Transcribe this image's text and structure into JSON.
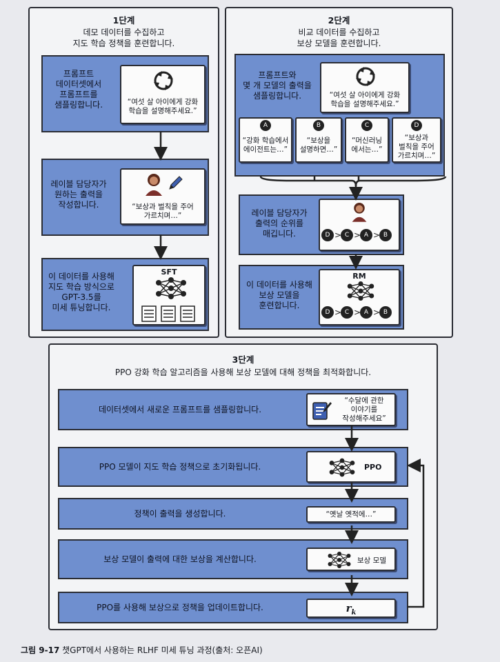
{
  "step1": {
    "title": "1단계",
    "subtitle_1": "데모 데이터를 수집하고",
    "subtitle_2": "지도 학습 정책을 훈련합니다.",
    "box1_text": [
      "프롬프트",
      "데이터셋에서",
      "프롬프트를",
      "샘플링합니다."
    ],
    "box1_quote": [
      "“여섯 살 아이에게 강화",
      "학습을 설명해주세요.”"
    ],
    "box2_text": [
      "레이블 담당자가",
      "원하는 출력을",
      "작성합니다."
    ],
    "box2_quote": [
      "“보상과 벌칙을 주어",
      "가르치며…”"
    ],
    "box3_text": [
      "이 데이터를 사용해",
      "지도 학습 방식으로",
      "GPT-3.5를",
      "미세 튜닝합니다."
    ],
    "box3_label": "SFT"
  },
  "step2": {
    "title": "2단계",
    "subtitle_1": "비교 데이터를 수집하고",
    "subtitle_2": "보상 모델을 훈련합니다.",
    "box1_text": [
      "프롬프트와",
      "몇 개 모델의 출력을",
      "샘플링합니다."
    ],
    "box1_quote": [
      "“여섯 살 아이에게 강화",
      "학습을 설명해주세요.”"
    ],
    "outputs": [
      {
        "letter": "A",
        "lines": [
          "“강화 학습에서",
          "에이전트는…”"
        ]
      },
      {
        "letter": "B",
        "lines": [
          "“보상을",
          "설명하면…”"
        ]
      },
      {
        "letter": "C",
        "lines": [
          "“머신러닝",
          "에서는…”"
        ]
      },
      {
        "letter": "D",
        "lines": [
          "“보상과",
          "벌칙을 주어",
          "가르치며…”"
        ]
      }
    ],
    "box2_text": [
      "레이블 담당자가",
      "출력의 순위를",
      "매깁니다."
    ],
    "ranking": [
      "D",
      "C",
      "A",
      "B"
    ],
    "ranking_sep": ">",
    "box3_text": [
      "이 데이터를 사용해",
      "보상 모델을",
      "훈련합니다."
    ],
    "box3_label": "RM"
  },
  "step3": {
    "title": "3단계",
    "subtitle": "PPO 강화 학습 알고리즘을 사용해 보상 모델에 대해 정책을 최적화합니다.",
    "rows": [
      {
        "text": "데이터셋에서 새로운 프롬프트를 샘플링합니다.",
        "detail": [
          "“수달에 관한",
          "이야기를",
          "작성해주세요”"
        ]
      },
      {
        "text": "PPO 모델이 지도 학습 정책으로 초기화됩니다.",
        "detail": [
          "PPO"
        ]
      },
      {
        "text": "정책이 출력을 생성합니다.",
        "detail": [
          "“옛날 옛적에…”"
        ]
      },
      {
        "text": "보상 모델이 출력에 대한 보상을 계산합니다.",
        "detail": [
          "보상 모델"
        ]
      },
      {
        "text": "PPO를 사용해 보상으로 정책을 업데이트합니다.",
        "detail": [
          "r",
          "k"
        ]
      }
    ]
  },
  "caption": {
    "label": "그림 9-17",
    "text": "챗GPT에서 사용하는 RLHF 미세 튜닝 과정(출처: 오픈AI)"
  },
  "colors": {
    "box_blue": "#6f8fcf",
    "border": "#2a2c33",
    "panel": "#f3f4f6"
  }
}
